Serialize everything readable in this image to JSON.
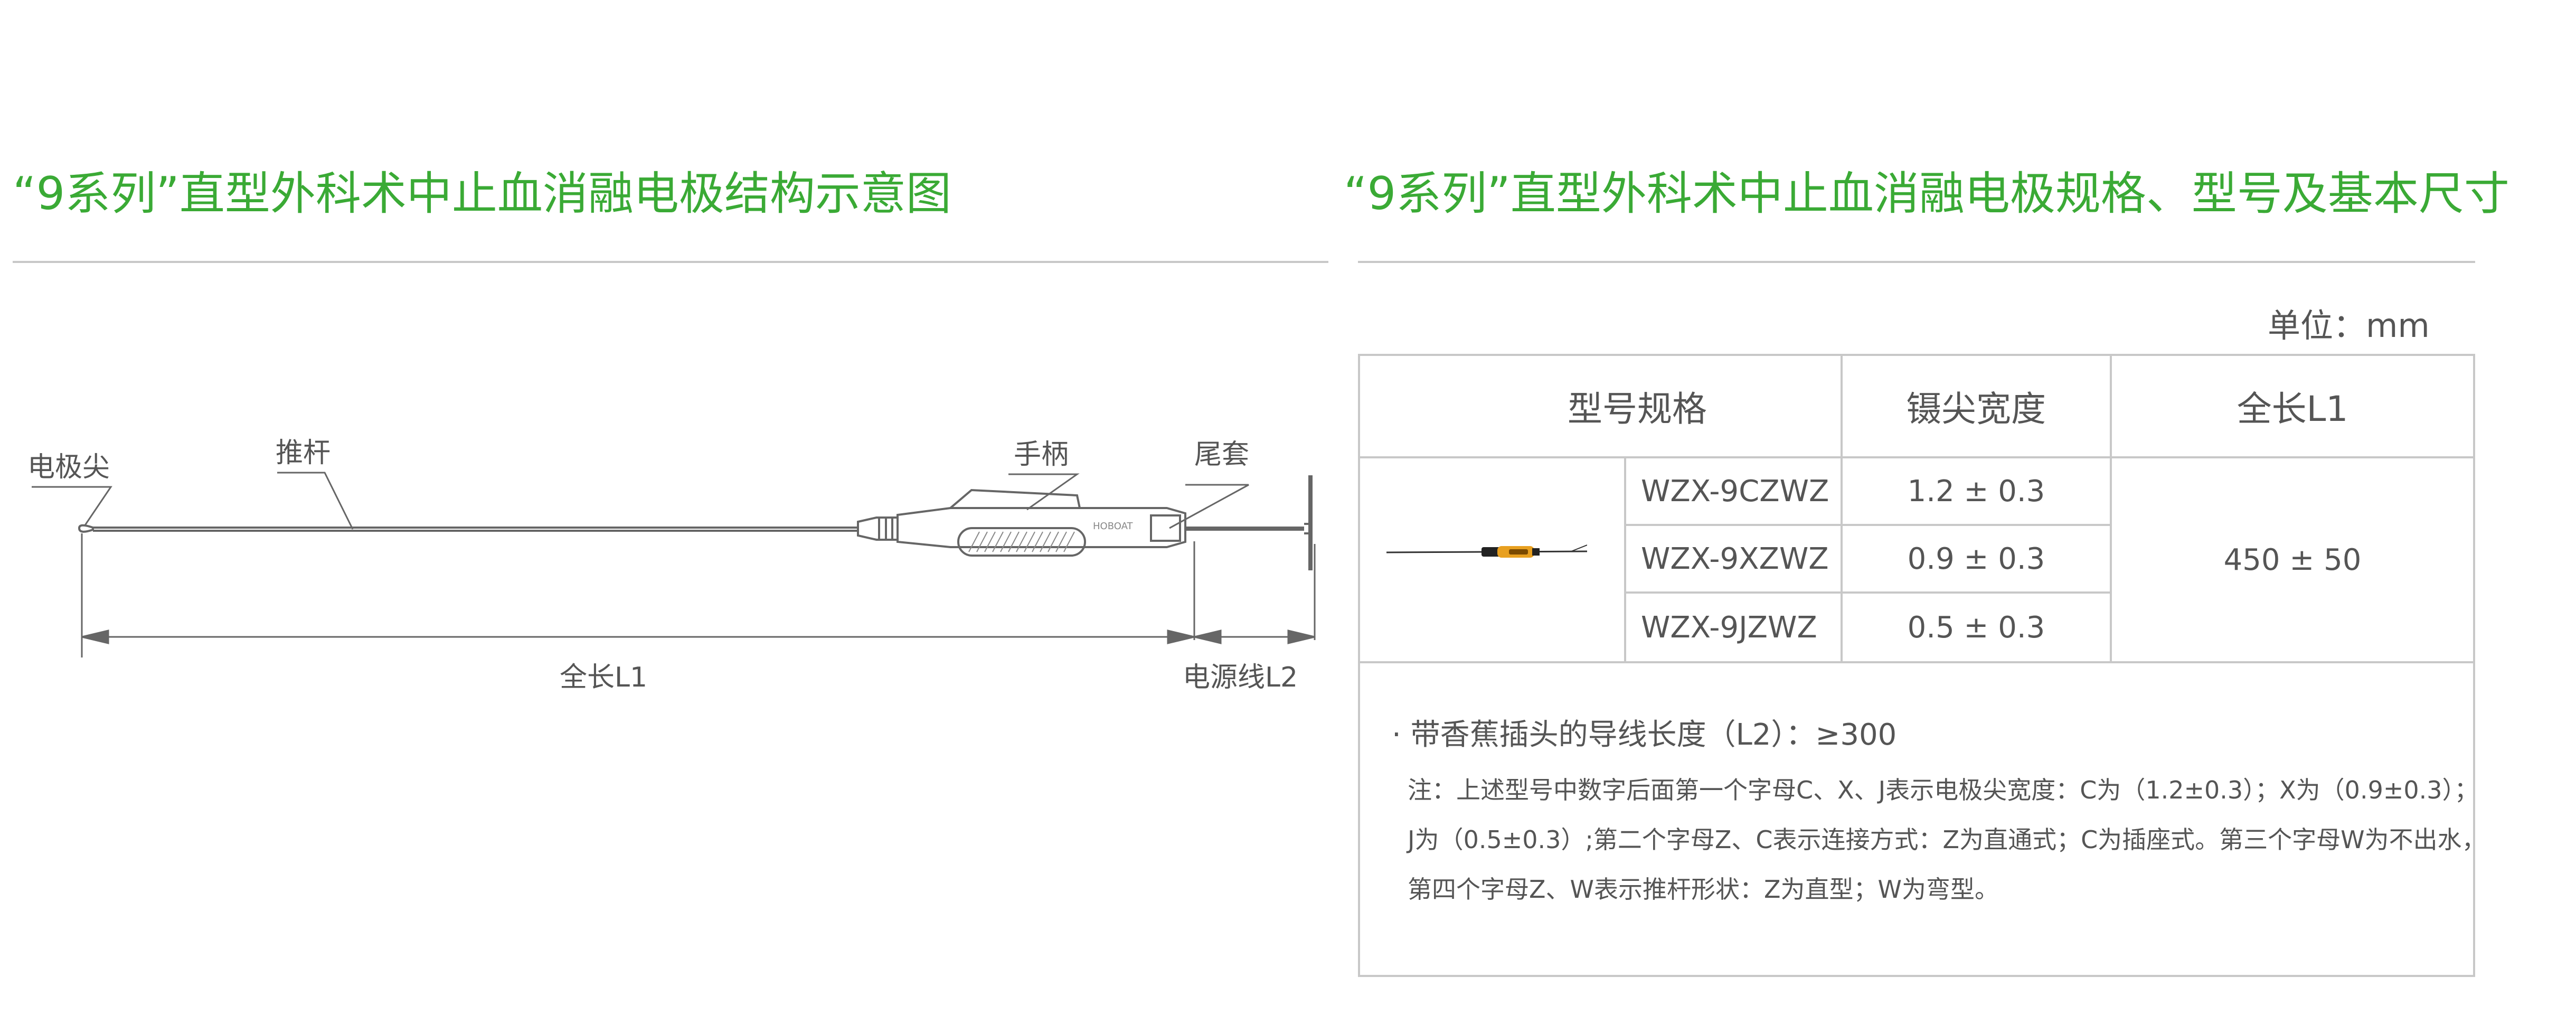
{
  "left_title": "“9系列”直型外科术中止血消融电极结构示意图",
  "right_title": "“9系列”直型外科术中止血消融电极规格、型号及基本尺寸",
  "diagram": {
    "labels": {
      "tip": "电极尖",
      "rod": "推杆",
      "handle": "手柄",
      "tail": "尾套",
      "length": "全长L1",
      "cable": "电源线L2",
      "brand": "HOBOAT"
    }
  },
  "unit_label": "单位：mm",
  "table": {
    "headers": [
      "型号规格",
      "镊尖宽度",
      "全长L1"
    ],
    "rows": [
      {
        "model": "WZX-9CZWZ",
        "width": "1.2 ± 0.3"
      },
      {
        "model": "WZX-9XZWZ",
        "width": "0.9 ± 0.3"
      },
      {
        "model": "WZX-9JZWZ",
        "width": "0.5 ± 0.3"
      }
    ],
    "length": "450 ± 50"
  },
  "notes": {
    "main": "· 带香蕉插头的导线长度（L2）：≥300",
    "line1": "注：上述型号中数字后面第一个字母C、X、J表示电极尖宽度：C为（1.2±0.3）；X为（0.9±0.3）；",
    "line2": "J为（0.5±0.3）;第二个字母Z、C表示连接方式：Z为直通式；C为插座式。第三个字母W为不出水，",
    "line3": "第四个字母Z、W表示推杆形状：Z为直型；W为弯型。"
  },
  "colors": {
    "title_green": "#3aaa35",
    "rule_gray": "#c8c8c8",
    "text_gray": "#555555",
    "handle_orange": "#e8a020"
  }
}
